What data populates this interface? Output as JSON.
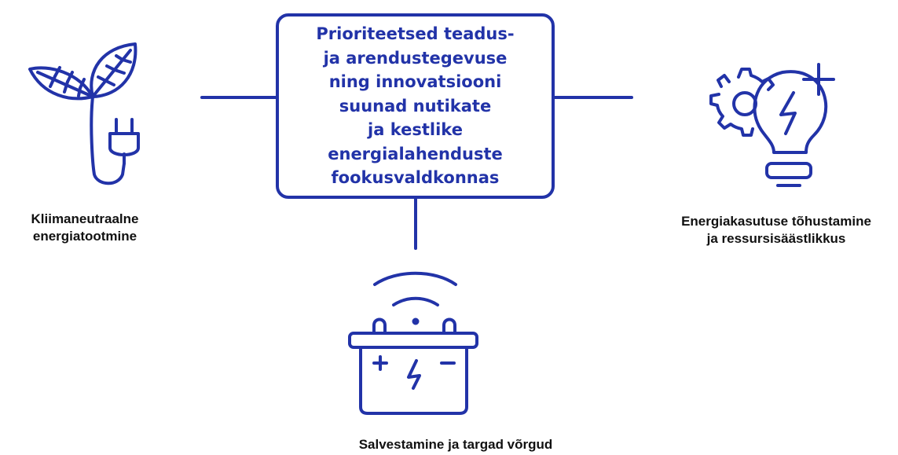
{
  "colors": {
    "accent": "#2233a8",
    "label_text": "#111111",
    "background": "#ffffff"
  },
  "center": {
    "title_lines": [
      "Prioriteetsed teadus-",
      "ja arendustegevuse",
      "ning innovatsiooni",
      "suunad nutikate",
      "ja kestlike",
      "energialahenduste",
      "fookusvaldkonnas"
    ]
  },
  "branches": {
    "left": {
      "icon": "plant-plug-icon",
      "label_lines": [
        "Kliimaneutraalne",
        "energiatootmine"
      ]
    },
    "right": {
      "icon": "lightbulb-gear-icon",
      "label_lines": [
        "Energiakasutuse tõhustamine",
        "ja ressursisäästlikkus"
      ]
    },
    "bottom": {
      "icon": "battery-wireless-icon",
      "label_lines": [
        "Salvestamine ja targad võrgud"
      ]
    }
  }
}
